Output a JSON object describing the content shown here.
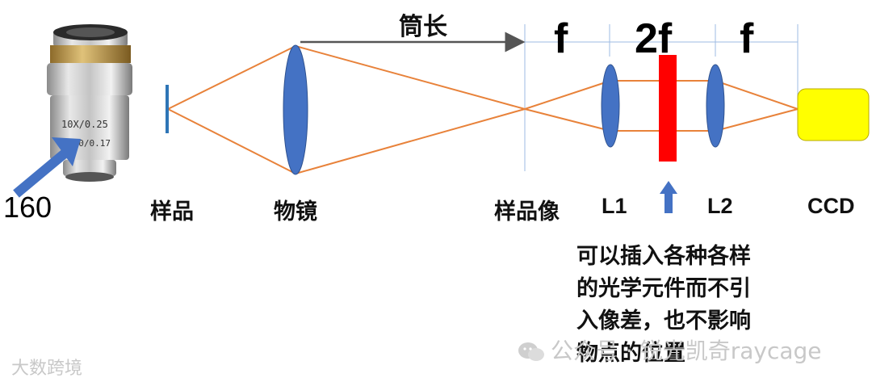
{
  "objective": {
    "magnification_text": "10X/0.25",
    "tube_spec_text": "160/0.17",
    "tube_length_label": "160"
  },
  "labels": {
    "tube_length": "筒长",
    "f_left": "f",
    "f_middle": "2f",
    "f_right": "f",
    "sample": "样品",
    "objective_lens": "物镜",
    "sample_image": "样品像",
    "lens1": "L1",
    "lens2": "L2",
    "camera": "CCD"
  },
  "note": "可以插入各种各样\n的光学元件而不引\n入像差，也不影响\n物点的位置",
  "watermarks": {
    "left": "大数跨境",
    "right": "公众号 · 锐光凯奇raycage"
  },
  "colors": {
    "ray": "#e8823a",
    "lens": "#4472c4",
    "element": "#ff0000",
    "ccd": "#ffff00",
    "arrow": "#4472c4",
    "guide": "#9dbbe3"
  }
}
